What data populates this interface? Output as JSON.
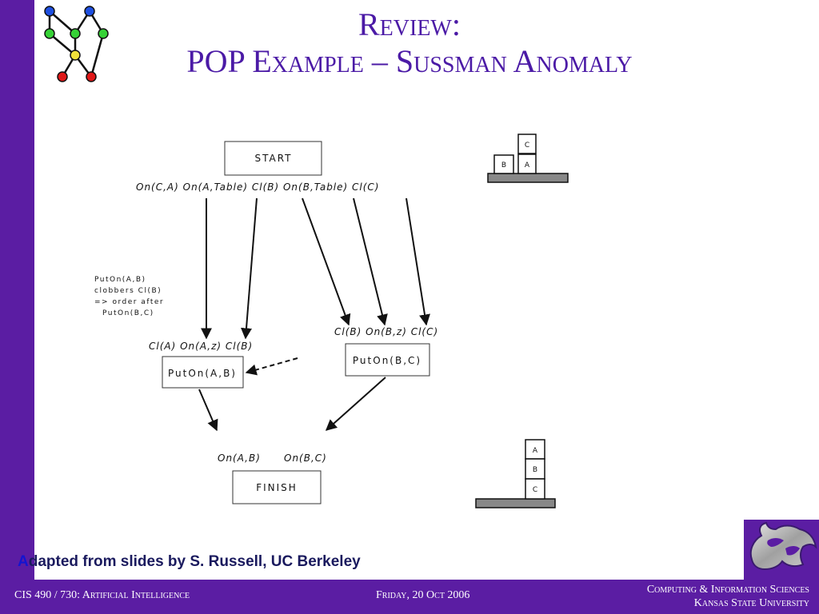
{
  "slide": {
    "title_line1": "Review:",
    "title_line2": "POP Example – Sussman Anomaly",
    "credit_first": "A",
    "credit_rest": "dapted from slides by S. Russell, UC Berkeley"
  },
  "footer": {
    "course": "CIS 490 / 730: Artificial Intelligence",
    "date": "Friday, 20 Oct 2006",
    "dept": "Computing & Information Sciences",
    "univ": "Kansas State University"
  },
  "diagram": {
    "start_label": "START",
    "start_effects": "On(C,A) On(A,Table) Cl(B) On(B,Table) Cl(C)",
    "puton_ab_pre": "Cl(A) On(A,z) Cl(B)",
    "puton_ab_label": "PutOn(A,B)",
    "puton_bc_pre": "Cl(B) On(B,z) Cl(C)",
    "puton_bc_label": "PutOn(B,C)",
    "finish_pre_1": "On(A,B)",
    "finish_pre_2": "On(B,C)",
    "finish_label": "FINISH",
    "note_lines": [
      "PutOn(A,B)",
      "clobbers Cl(B)",
      "=> order after",
      "PutOn(B,C)"
    ]
  },
  "initial_state": {
    "blocks": [
      "C",
      "B",
      "A"
    ]
  },
  "goal_state": {
    "blocks": [
      "A",
      "B",
      "C"
    ]
  },
  "colors": {
    "purple": "#5b1da3",
    "title": "#4b1aa6",
    "credit": "#1a1a5e"
  }
}
